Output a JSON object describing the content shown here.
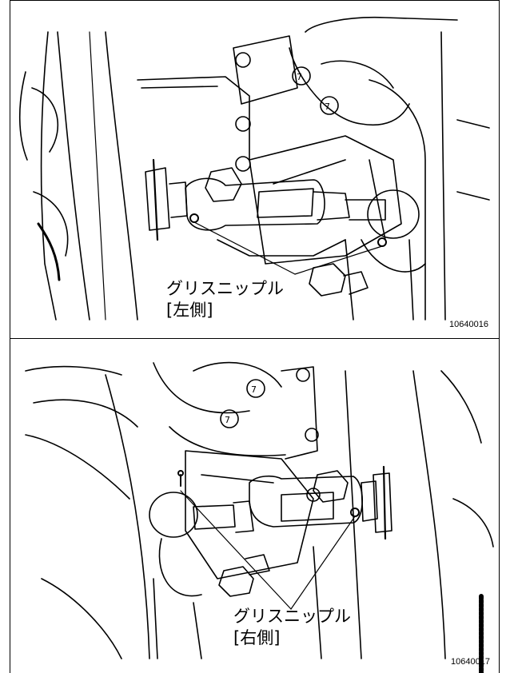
{
  "figures": [
    {
      "label_line1": "グリスニップル",
      "label_line2": "[左側]",
      "figure_number": "10640016"
    },
    {
      "label_line1": "グリスニップル",
      "label_line2": "[右側]",
      "figure_number": "10640017"
    }
  ]
}
